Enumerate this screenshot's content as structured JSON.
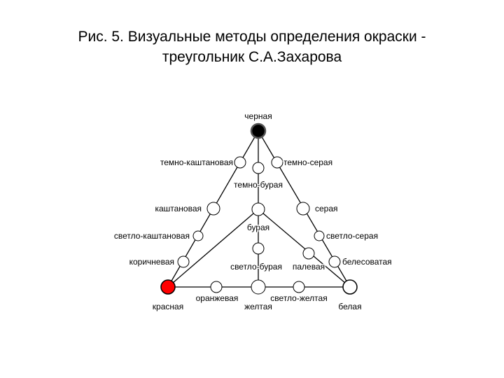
{
  "title": {
    "line1": "Рис. 5. Визуальные методы определения окраски -",
    "line2": "треугольник С.А.Захарова"
  },
  "nodes": {
    "black": {
      "label": "черная",
      "color": "#000000"
    },
    "dark_chestnut": {
      "label": "темно-каштановая",
      "color": "#ffffff"
    },
    "dark_grey": {
      "label": "темно-серая",
      "color": "#ffffff"
    },
    "dark_brown_top": {
      "label": "",
      "color": "#ffffff"
    },
    "dark_brown": {
      "label": "темно-бурая",
      "color": "#ffffff"
    },
    "chestnut": {
      "label": "каштановая",
      "color": "#ffffff"
    },
    "grey": {
      "label": "серая",
      "color": "#ffffff"
    },
    "light_chestnut": {
      "label": "светло-каштановая",
      "color": "#ffffff"
    },
    "brown": {
      "label": "бурая",
      "color": "#ffffff"
    },
    "light_grey": {
      "label": "светло-серая",
      "color": "#ffffff"
    },
    "light_brown_top": {
      "label": "",
      "color": "#ffffff"
    },
    "dark_brown_right": {
      "label": "",
      "color": "#ffffff"
    },
    "brownish": {
      "label": "коричневая",
      "color": "#ffffff"
    },
    "light_brown": {
      "label": "светло-бурая",
      "color": "#ffffff"
    },
    "fawn": {
      "label": "палевая",
      "color": "#ffffff"
    },
    "whitish": {
      "label": "белесоватая",
      "color": "#ffffff"
    },
    "red": {
      "label": "красная",
      "color": "#ff0000"
    },
    "orange": {
      "label": "оранжевая",
      "color": "#ffffff"
    },
    "yellow": {
      "label": "желтая",
      "color": "#ffffff"
    },
    "light_yellow": {
      "label": "светло-желтая",
      "color": "#ffffff"
    },
    "white": {
      "label": "белая",
      "color": "#ffffff"
    }
  },
  "stroke_color": "#000000"
}
